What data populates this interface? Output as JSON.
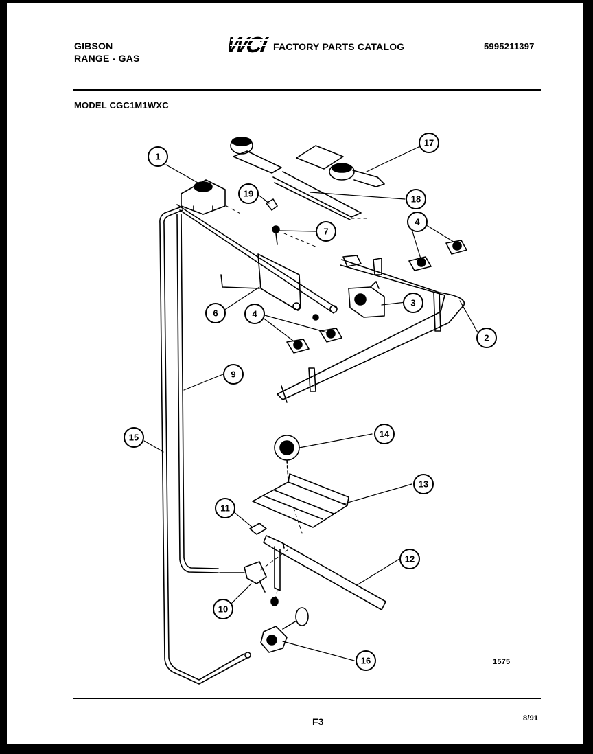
{
  "header": {
    "brand": "GIBSON",
    "subtitle": "RANGE - GAS",
    "logo_text": "WCI",
    "catalog_title": "FACTORY PARTS CATALOG",
    "catalog_number": "5995211397"
  },
  "model_line": "MODEL CGC1M1WXC",
  "callouts": [
    "1",
    "2",
    "3",
    "4",
    "4",
    "6",
    "7",
    "9",
    "10",
    "11",
    "12",
    "13",
    "14",
    "15",
    "16",
    "17",
    "18",
    "19"
  ],
  "footer": {
    "figure_code": "1575",
    "page_id": "F3",
    "date_code": "8/91"
  }
}
